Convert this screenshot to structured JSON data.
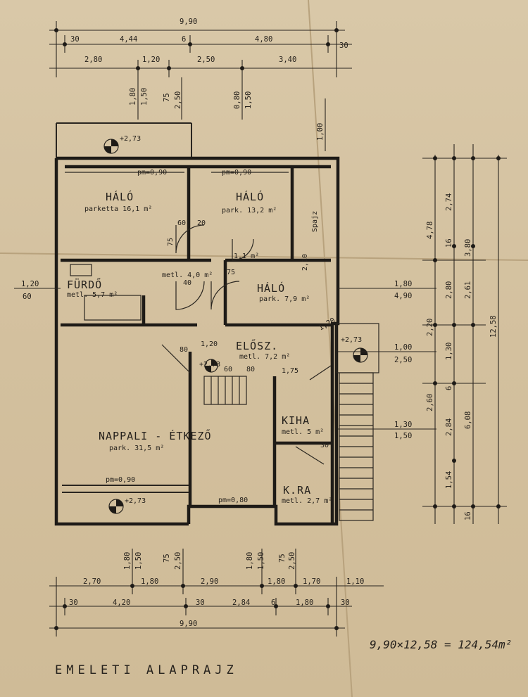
{
  "title": "EMELETI ALAPRAJZ",
  "area_note": "9,90×12,58 = 124,54m²",
  "dims_top": {
    "overall": "9,90",
    "row1": [
      "30",
      "4,44",
      "6",
      "4,80",
      "30"
    ],
    "row2": [
      "2,80",
      "1,20",
      "2,50",
      "3,40"
    ],
    "openings": [
      "1,80",
      "1,50",
      "75",
      "2,50",
      "0,80",
      "1,50",
      "1,00"
    ]
  },
  "dims_bottom": {
    "overall": "9,90",
    "row1": [
      "30",
      "4,20",
      "30",
      "2,84",
      "6",
      "1,80",
      "30"
    ],
    "row2": [
      "2,70",
      "1,80",
      "2,90",
      "1,80",
      "1,70",
      "1,10"
    ],
    "openings": [
      "1,80",
      "1,50",
      "75",
      "2,50",
      "1,80",
      "1,50",
      "75",
      "2,50"
    ]
  },
  "dims_right": {
    "outer": [
      "4,78",
      "2,20",
      "2,60",
      "12,58"
    ],
    "inner": [
      "2,74",
      "16",
      "2,80",
      "2,61",
      "1,30",
      "6",
      "2,84",
      "1,54",
      "6,08",
      "16",
      "3,80"
    ]
  },
  "dims_left": [
    "1,20",
    "60"
  ],
  "dims_mid": [
    "1,00",
    "2,50",
    "1,30",
    "1,50",
    "1,80",
    "4,90",
    "1,20"
  ],
  "rooms": [
    {
      "name": "HÁLÓ",
      "detail": "parketta 16,1 m²"
    },
    {
      "name": "HÁLÓ",
      "detail": "park. 13,2 m²"
    },
    {
      "name": "HÁLÓ",
      "detail": "park. 7,9 m²"
    },
    {
      "name": "FÜRDŐ",
      "detail": "metl. 5,7 m²"
    },
    {
      "name": "ELŐSZ.",
      "detail": "metl. 7,2 m²"
    },
    {
      "name": "NAPPALI - ÉTKEZŐ",
      "detail": "park. 31,5 m²"
    },
    {
      "name": "KIHA",
      "detail": "metl. 5 m²"
    },
    {
      "name": "K.RA",
      "detail": "metl. 2,7 m²"
    }
  ],
  "labels": {
    "level_1": "+2,73",
    "level_2": "+2,73",
    "level_3": "+2,73",
    "level_4": "+2,73",
    "pm1": "pm=0,90",
    "pm2": "pm=0,90",
    "pm3": "pm=0,90",
    "pm4": "pm=0,80",
    "hall_small": "metl. 4,0 m²",
    "closet": "1,1 m²",
    "spajz": "Spajz",
    "d1": "60",
    "d2": "20",
    "d3": "75",
    "d4": "75",
    "d5": "1,20",
    "d6": "80",
    "d7": "60",
    "d8": "1,75",
    "d9": "80",
    "d10": "30",
    "d11": "2,10",
    "d12": "40"
  }
}
